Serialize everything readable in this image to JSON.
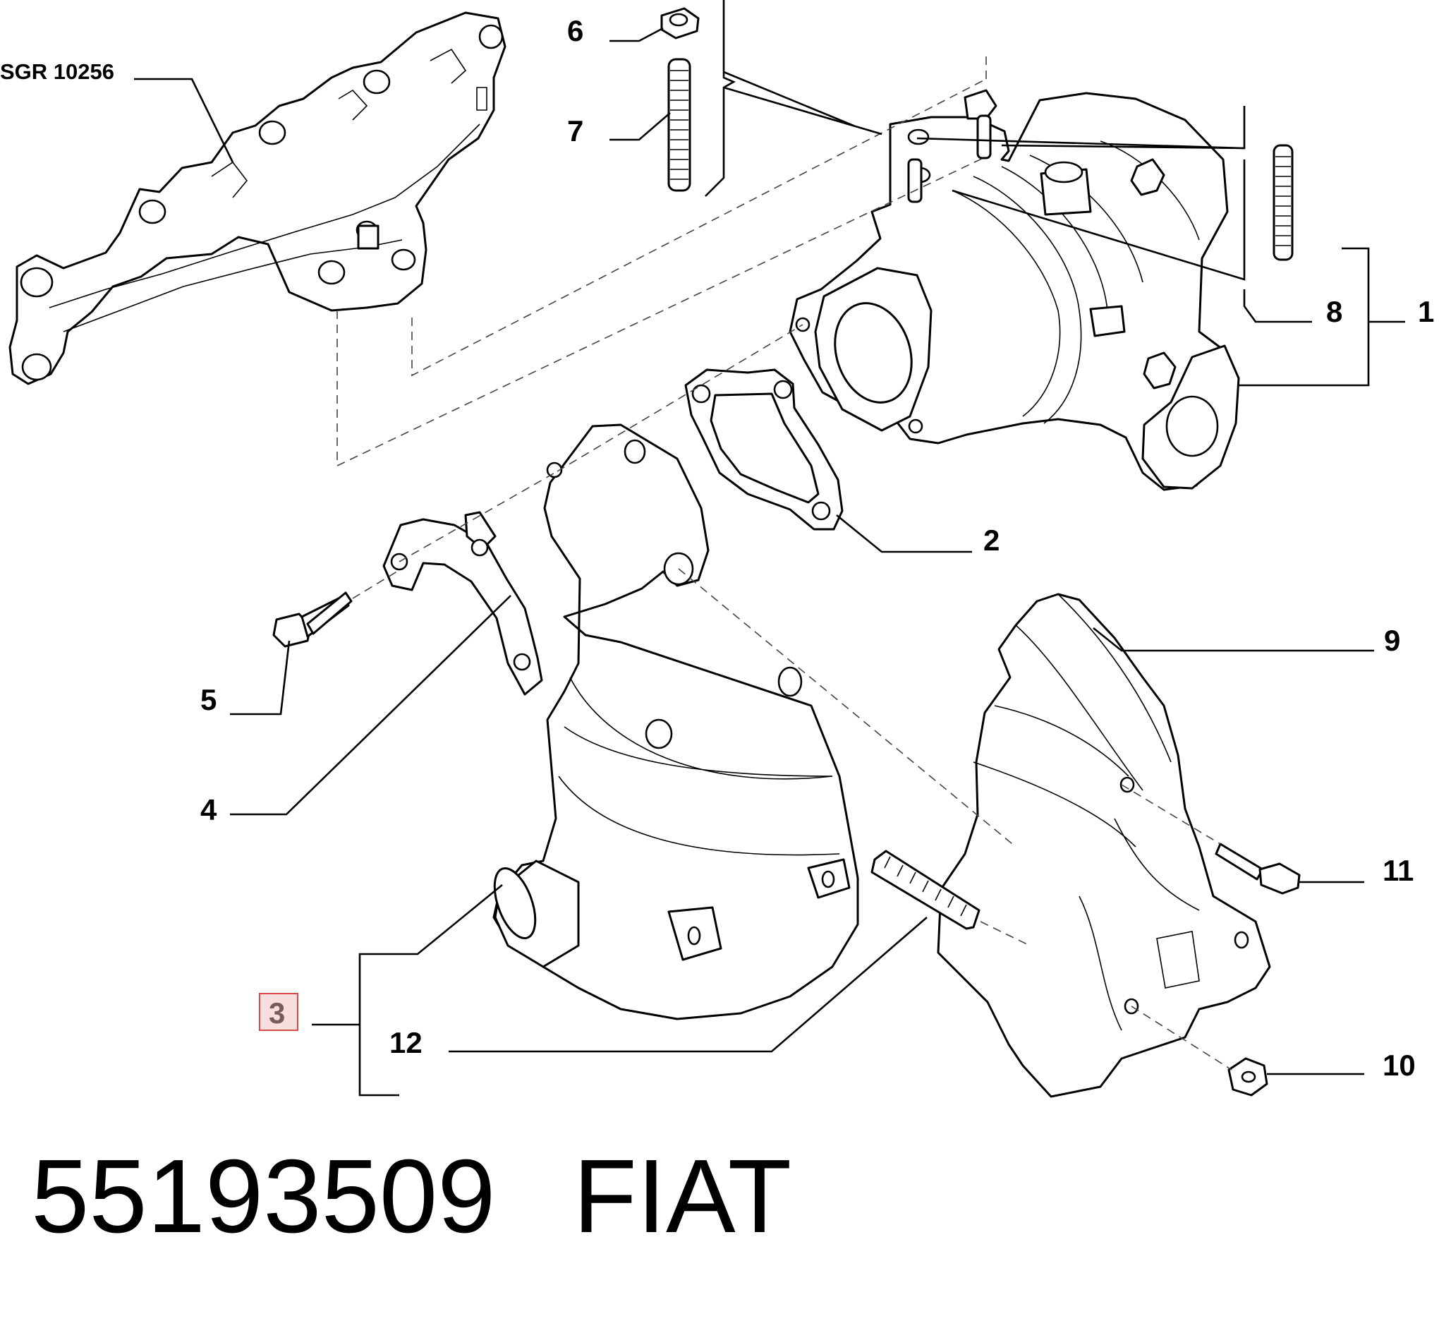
{
  "diagram": {
    "reference_label": "SGR 10256",
    "callouts": {
      "c1": "1",
      "c2": "2",
      "c3": "3",
      "c4": "4",
      "c5": "5",
      "c6": "6",
      "c7": "7",
      "c8": "8",
      "c9": "9",
      "c10": "10",
      "c11": "11",
      "c12": "12"
    },
    "highlighted_callout": "3",
    "highlight_color": "#d84a4a"
  },
  "caption": {
    "part_number": "55193509",
    "brand": "FIAT"
  }
}
